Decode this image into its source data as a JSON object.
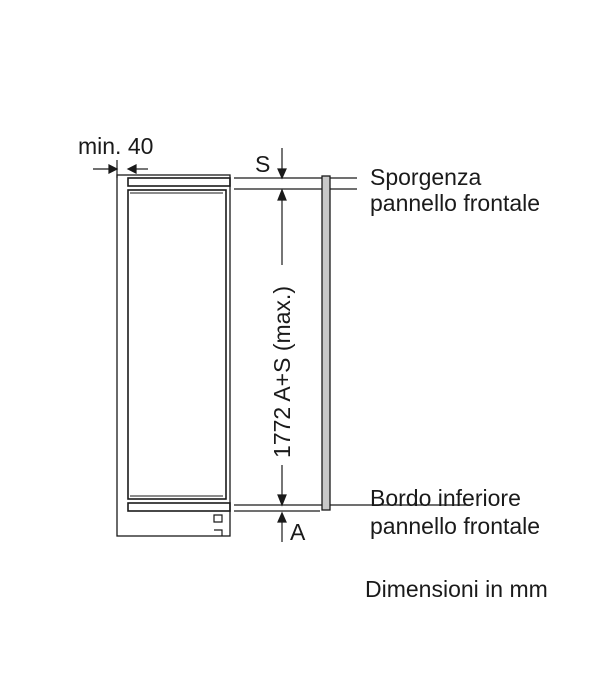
{
  "labels": {
    "min_gap": "min. 40",
    "s_marker": "S",
    "a_marker": "A",
    "height_dimension": "1772 A+S (max.)",
    "top_note_line1": "Sporgenza",
    "top_note_line2": "pannello frontale",
    "bottom_note_line1": "Bordo inferiore",
    "bottom_note_line2": "pannello frontale",
    "units_note": "Dimensioni in mm"
  },
  "colors": {
    "line": "#1a1a1a",
    "panel_fill": "#c8c8c8"
  }
}
